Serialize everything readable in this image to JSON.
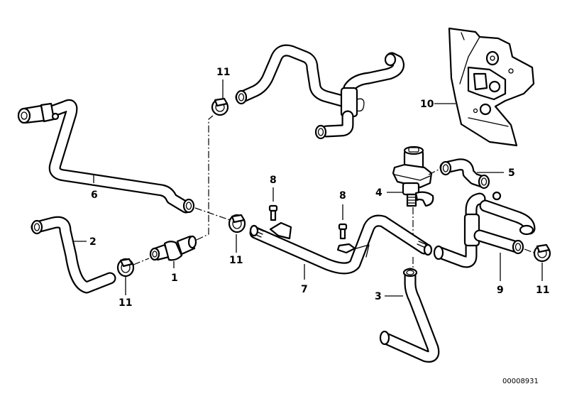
{
  "diagram": {
    "type": "exploded parts diagram",
    "subject": "heater hoses / water valve assembly",
    "diagram_number": "00008931",
    "colors": {
      "line": "#000000",
      "background": "#ffffff"
    },
    "parts": [
      {
        "number": "1",
        "description": "check valve (inline)"
      },
      {
        "number": "2",
        "description": "hose"
      },
      {
        "number": "3",
        "description": "hose"
      },
      {
        "number": "4",
        "description": "water valve"
      },
      {
        "number": "5",
        "description": "hose"
      },
      {
        "number": "6",
        "description": "hose"
      },
      {
        "number": "7",
        "description": "pipe with brackets"
      },
      {
        "number": "8",
        "description": "bolt"
      },
      {
        "number": "9",
        "description": "hose T-piece"
      },
      {
        "number": "10",
        "description": "cover plate / gasket"
      },
      {
        "number": "11",
        "description": "hose clamp"
      }
    ],
    "callouts": {
      "c1": "1",
      "c2": "2",
      "c3": "3",
      "c4": "4",
      "c5": "5",
      "c6": "6",
      "c7": "7",
      "c8a": "8",
      "c8b": "8",
      "c9": "9",
      "c10": "10",
      "c11a": "11",
      "c11b": "11",
      "c11c": "11",
      "c11d": "11"
    }
  }
}
